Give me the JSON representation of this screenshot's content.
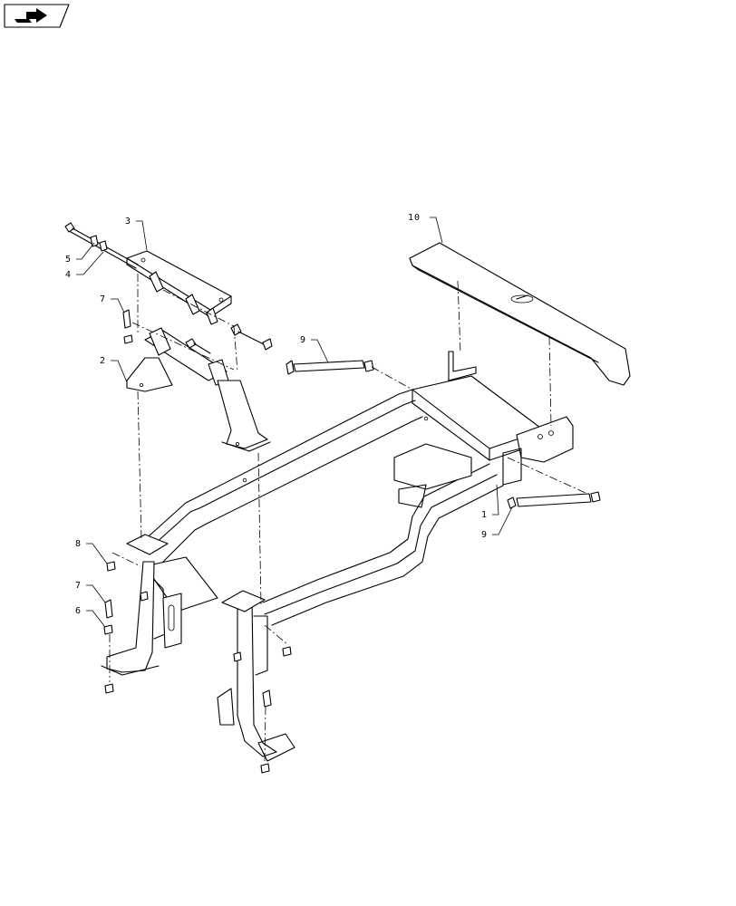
{
  "nav_icon": {
    "name": "next-page-arrow-icon"
  },
  "callouts": [
    {
      "id": "callout-3",
      "label": "3"
    },
    {
      "id": "callout-5",
      "label": "5"
    },
    {
      "id": "callout-4",
      "label": "4"
    },
    {
      "id": "callout-7a",
      "label": "7"
    },
    {
      "id": "callout-2",
      "label": "2"
    },
    {
      "id": "callout-9a",
      "label": "9"
    },
    {
      "id": "callout-10",
      "label": "10"
    },
    {
      "id": "callout-1",
      "label": "1"
    },
    {
      "id": "callout-9b",
      "label": "9"
    },
    {
      "id": "callout-8",
      "label": "8"
    },
    {
      "id": "callout-7b",
      "label": "7"
    },
    {
      "id": "callout-6",
      "label": "6"
    }
  ]
}
